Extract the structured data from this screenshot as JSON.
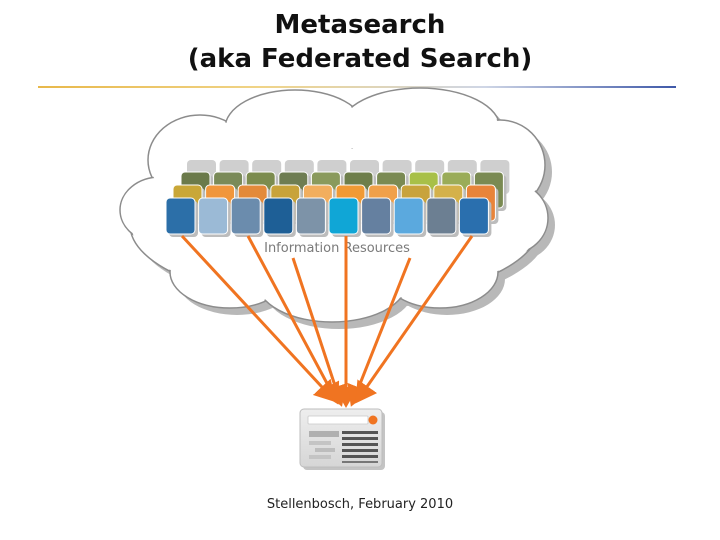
{
  "title": {
    "line1": "Metasearch",
    "line2": "(aka Federated Search)"
  },
  "diagram": {
    "cloud_label": "Information Resources",
    "arrow_color": "#f07421",
    "front_row_colors": [
      "#2c6fa8",
      "#9bbad6",
      "#6b8cad",
      "#1e5f96",
      "#7d93a8",
      "#10a6d6",
      "#6580a0",
      "#5ba9de",
      "#6c7f92",
      "#2a6fae"
    ],
    "middle_row_colors": [
      "#c9a738",
      "#f0963c",
      "#e38a3a",
      "#c8a33a",
      "#f2ae5e",
      "#f09a35",
      "#f0a04a",
      "#c8a33c",
      "#d4b14a",
      "#e8843a"
    ],
    "back_row_colors": [
      "#6b7a4a",
      "#7a8a58",
      "#7c8c4e",
      "#6e7d52",
      "#8a9a5c",
      "#6e7e4a",
      "#7a8a52",
      "#a8c048",
      "#9aac58",
      "#7a8a52"
    ]
  },
  "footer": {
    "text": "Stellenbosch, February 2010"
  }
}
